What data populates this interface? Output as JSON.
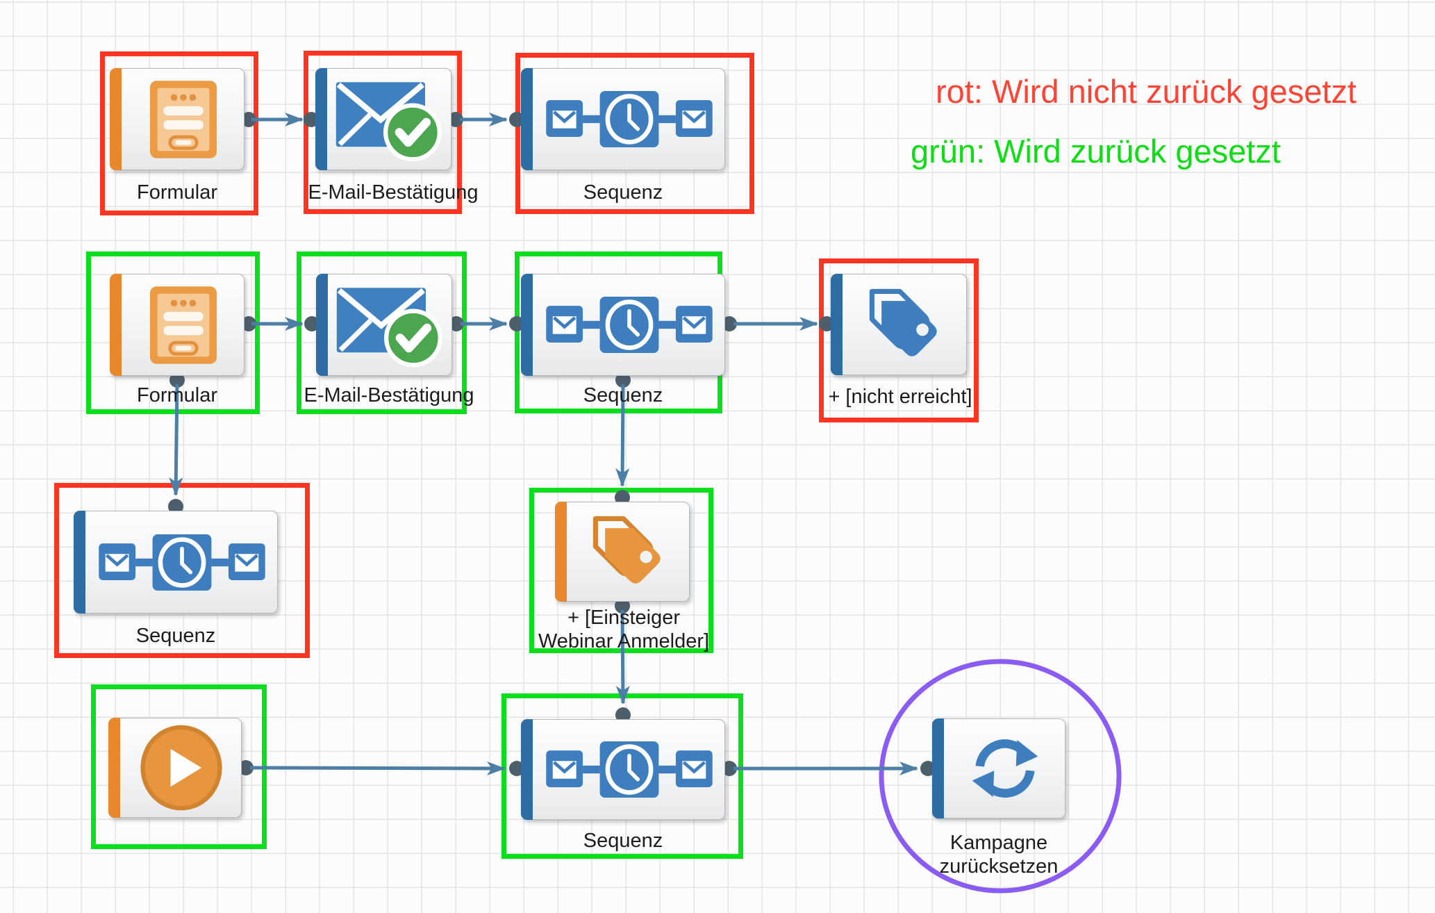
{
  "legend": {
    "red": {
      "text": "rot: Wird nicht zurück gesetzt",
      "color": "#ff4334"
    },
    "green": {
      "text": "grün: Wird zurück gesetzt",
      "color": "#0cdd14"
    }
  },
  "nodes": {
    "formular_1": {
      "label": "Formular",
      "type": "form"
    },
    "email_1": {
      "label": "E-Mail-Bestätigung",
      "type": "email-confirmation"
    },
    "sequenz_1": {
      "label": "Sequenz",
      "type": "sequence"
    },
    "formular_2": {
      "label": "Formular",
      "type": "form"
    },
    "email_2": {
      "label": "E-Mail-Bestätigung",
      "type": "email-confirmation"
    },
    "sequenz_2": {
      "label": "Sequenz",
      "type": "sequence"
    },
    "tag_nicht_erreicht": {
      "label": "+ [nicht erreicht]",
      "type": "tag"
    },
    "sequenz_3": {
      "label": "Sequenz",
      "type": "sequence"
    },
    "tag_einsteiger": {
      "label_line1": "+ [Einsteiger",
      "label_line2": "Webinar Anmelder]",
      "type": "tag"
    },
    "start": {
      "label": "",
      "type": "start"
    },
    "sequenz_4": {
      "label": "Sequenz",
      "type": "sequence"
    },
    "kampagne_reset": {
      "label_line1": "Kampagne",
      "label_line2": "zurücksetzen",
      "type": "campaign-reset"
    }
  },
  "colors": {
    "highlight_red": "#ff3522",
    "highlight_green": "#0bdf1d",
    "annotation_purple": "#8a5cf4",
    "node_blue": "#3e7dbe",
    "node_orange": "#e8963e",
    "bar_blue": "#2e6da4",
    "bar_orange": "#e8872c",
    "connector": "#4d7ea6",
    "port": "#4e5f6c",
    "check_green": "#4ca64f"
  }
}
